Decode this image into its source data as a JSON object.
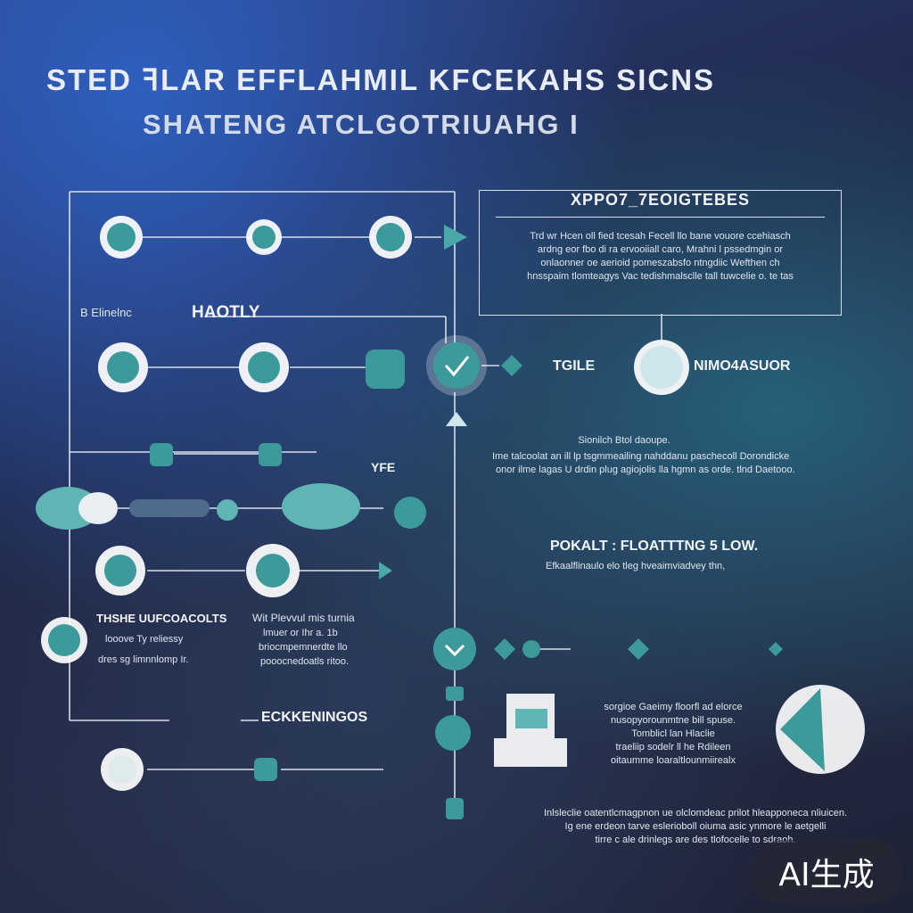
{
  "header": {
    "title_line1": "STED ꟻLAR EFFLAHMIL KFCEKAHS SICNS",
    "title_line2": "SHATENG ATCLGOTRIUAHG I"
  },
  "objectives": {
    "heading": "XPPO7_7EOIGTEBES",
    "lines": [
      "Trd wr Hcen oll fied tcesah Fecell llo bane vouore ccehiasch",
      "ardng eor fbo di ra ervooiiall caro, Mrahni l pssedmgin or",
      "onlaonner oe aerioid pomeszabsfo ntngdiic Wefthen ch",
      "hnsspaim tlomteagys Vac tedishmalsclle tall tuwcelie o. te tas"
    ]
  },
  "labels": {
    "small_left": "B Elinelnc",
    "haotly": "HAOTLY",
    "tgile": "TGILE",
    "nimoasuor": "NIMO4ASUOR",
    "yfe": "YFE",
    "sub_heading": "Sionilch Btol daoupe.",
    "sub_lines": [
      "Ime talcoolat an ill lp tsgmmeailing nahddanu paschecoll Dorondicke",
      "onor ilme lagas U drdin plug agiojolis lla hgmn as orde. tlnd Daetooo."
    ],
    "pokalt": "POKALT : FLOATTTNG 5 LOW.",
    "pokalt_sub": "Efkaalflinaulo elo tleg hveaimviadvey thn,",
    "thshe": "THSHE UUFCOACOLTS",
    "thshe_lines": [
      "looove  Ty reliessy",
      "dres sg limnnlomp  Ir."
    ],
    "wih_lines": [
      "Wit Plevvul mis turnia",
      "lmuer or Ihr a. 1b",
      "briocmpemnerdte llo",
      "pooocnedoatls ritoo."
    ],
    "eckkeningos": "ECKKENINGOS",
    "right_lines": [
      "sorgioe Gaeimy floorfl ad elorce",
      "nusopyorounmtne bill spuse.",
      "Tomblicl lan Hlaclie",
      "traeliip sodelr ll he Rdileen",
      "oitaumme loaraltlounmiirealx"
    ],
    "bottom_lines": [
      "Inlsleclie oatentlcmagpnon ue olclomdeac prilot hleapponeca nliuicen.",
      "Ig ene erdeon tarve eslerioboll oiuma asic ynmore le aetgelli",
      "tirre c ale drinlegs are des tlofocelle to sdraoh."
    ]
  },
  "badge": "AI生成",
  "colors": {
    "teal": "#3c9a9a",
    "line": "#d9dee8",
    "accent": "#5fb4b4"
  }
}
